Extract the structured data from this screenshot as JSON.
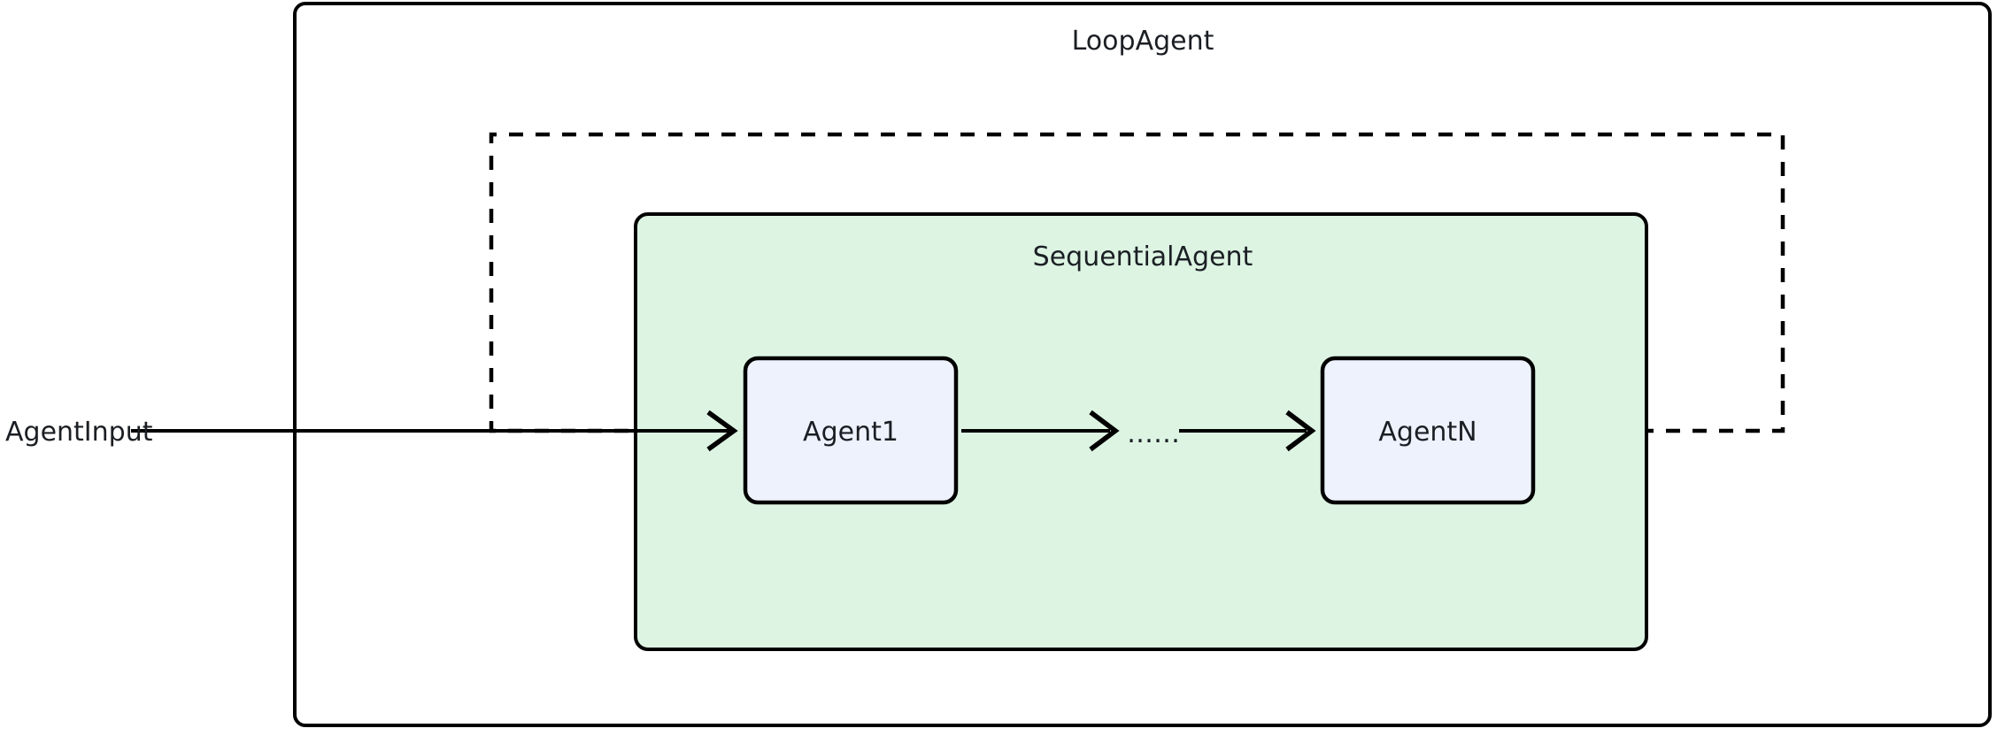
{
  "diagram": {
    "type": "flow-diagram",
    "background_color": "#ffffff",
    "stroke_color": "#000000",
    "text_color": "#1b1f24",
    "outer": {
      "label": "LoopAgent",
      "fill": "#ffffff",
      "border_color": "#000000"
    },
    "inner": {
      "label": "SequentialAgent",
      "fill": "#ddf4e3",
      "border_color": "#000000"
    },
    "nodes": [
      {
        "id": "agent1",
        "label": "Agent1",
        "fill": "#eef2fd",
        "border_color": "#000000"
      },
      {
        "id": "ellipsis",
        "label": "……",
        "fill": "none",
        "border_color": "none"
      },
      {
        "id": "agentN",
        "label": "AgentN",
        "fill": "#eef2fd",
        "border_color": "#000000"
      }
    ],
    "edges": [
      {
        "id": "input-to-agent1",
        "label": "AgentInput",
        "from": "input",
        "to": "agent1",
        "style": "solid",
        "arrow": "open"
      },
      {
        "id": "agent1-to-ellipsis",
        "label": "",
        "from": "agent1",
        "to": "ellipsis",
        "style": "solid",
        "arrow": "open"
      },
      {
        "id": "ellipsis-to-agentN",
        "label": "",
        "from": "ellipsis",
        "to": "agentN",
        "style": "solid",
        "arrow": "open"
      },
      {
        "id": "agentN-loopback",
        "label": "",
        "from": "agentN",
        "to": "agent1",
        "style": "dashed",
        "arrow": "none"
      }
    ]
  }
}
